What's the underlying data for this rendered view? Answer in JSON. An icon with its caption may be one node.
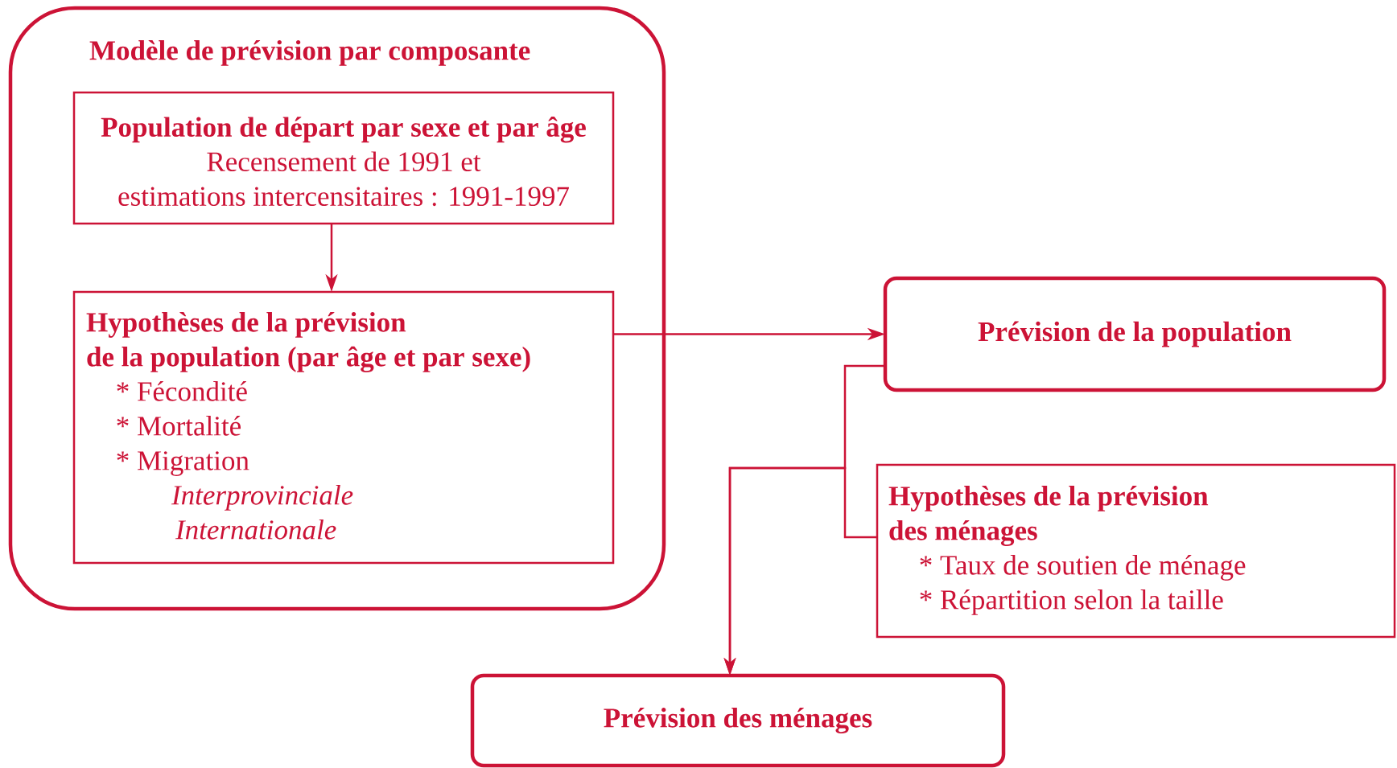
{
  "diagram": {
    "nodes": [
      {
        "text": [
          "Modèle de prévision par composante"
        ]
      },
      {
        "text": [
          "Population de départ par sexe et par âge",
          "Recensement de 1991 et",
          "estimations intercensitaires : 1991-1997"
        ],
        "in": 0
      },
      {
        "text": [
          "Hypothèses de la prévision",
          "de la population (par âge et par sexe)",
          "* Fécondité",
          "* Mortalité",
          "* Migration",
          "Interprovinciale",
          "Internationale"
        ],
        "in": 0
      },
      {
        "text": [
          "Prévision de la population"
        ]
      },
      {
        "text": [
          "Hypothèses de la prévision",
          "des ménages",
          "* Taux de soutien de ménage",
          "* Répartition selon la taille"
        ]
      },
      {
        "text": [
          "Prévision des ménages"
        ]
      }
    ],
    "edges": [
      {
        "from": 1,
        "to": 2,
        "arrow": "to"
      },
      {
        "from": 2,
        "to": 3,
        "arrow": "to"
      },
      {
        "from": 3,
        "to": 5,
        "arrow": "to"
      },
      {
        "from": 4,
        "to": 5,
        "arrow": "to"
      }
    ]
  }
}
